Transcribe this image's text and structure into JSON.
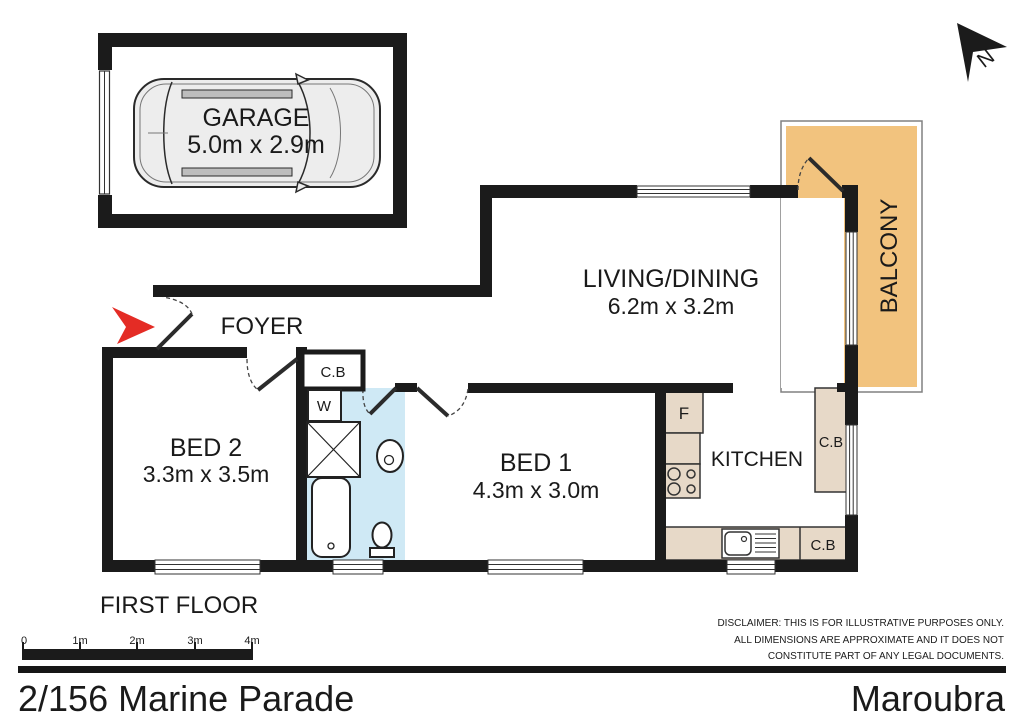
{
  "compass": {
    "label": "N"
  },
  "rooms": {
    "garage": {
      "name": "GARAGE",
      "dims": "5.0m x 2.9m"
    },
    "living_dining": {
      "name": "LIVING/DINING",
      "dims": "6.2m x 3.2m"
    },
    "balcony": {
      "name": "BALCONY"
    },
    "foyer": {
      "name": "FOYER"
    },
    "bed2": {
      "name": "BED 2",
      "dims": "3.3m x 3.5m"
    },
    "bed1": {
      "name": "BED 1",
      "dims": "4.3m x 3.0m"
    },
    "kitchen": {
      "name": "KITCHEN"
    }
  },
  "fixtures": {
    "hall_cupboard": "C.B",
    "washer": "W",
    "fridge": "F",
    "kitchen_tall_cupboard": "C.B",
    "kitchen_bench_cupboard": "C.B"
  },
  "floor_label": "FIRST FLOOR",
  "scale_bar": {
    "ticks": [
      "0",
      "1m",
      "2m",
      "3m",
      "4m"
    ]
  },
  "disclaimer": {
    "line1": "DISCLAIMER: THIS IS FOR ILLUSTRATIVE PURPOSES ONLY.",
    "line2": "ALL DIMENSIONS ARE APPROXIMATE AND IT DOES NOT",
    "line3": "CONSTITUTE PART OF ANY LEGAL DOCUMENTS."
  },
  "footer": {
    "address": "2/156 Marine Parade",
    "suburb": "Maroubra"
  },
  "colors": {
    "wall": "#1b1b1b",
    "balcony": "#f2c37e",
    "bathroom": "#cfe9f5",
    "counter": "#e7d9c8",
    "entry_arrow": "#e42c25"
  }
}
